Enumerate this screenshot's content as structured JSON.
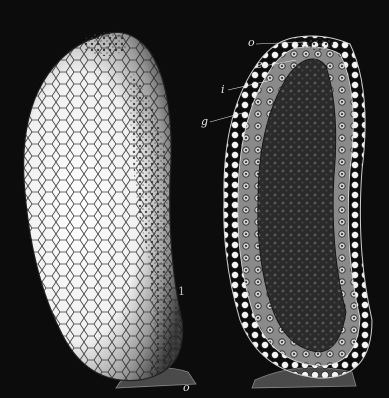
{
  "figure": {
    "left_specimen": {
      "number_label": "1",
      "base_letter": "o"
    },
    "right_specimen": {
      "labels": [
        "o",
        "e",
        "i",
        "g"
      ]
    }
  }
}
